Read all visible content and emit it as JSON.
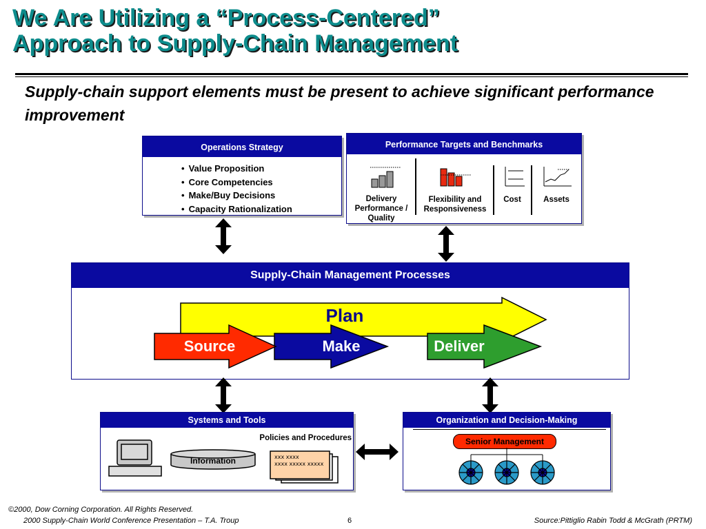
{
  "title_line1": "We  Are  Utilizing  a “Process-Centered”",
  "title_line2": "Approach  to  Supply-Chain  Management",
  "subtitle": "Supply-chain support elements must be present to achieve significant performance improvement",
  "operations_strategy": {
    "heading": "Operations Strategy",
    "items": [
      "Value Proposition",
      "Core Competencies",
      "Make/Buy Decisions",
      "Capacity Rationalization"
    ]
  },
  "performance": {
    "heading": "Performance Targets and Benchmarks",
    "columns": [
      "Delivery Performance / Quality",
      "Flexibility and Responsiveness",
      "Cost",
      "Assets"
    ]
  },
  "scm_processes": {
    "heading": "Supply-Chain Management Processes",
    "plan": "Plan",
    "source": "Source",
    "make": "Make",
    "deliver": "Deliver",
    "colors": {
      "plan": "#ffff00",
      "source": "#ff2a00",
      "make": "#0a0aa0",
      "deliver": "#2e9e2e",
      "header": "#0a0aa0"
    }
  },
  "systems_tools": {
    "heading": "Systems and Tools",
    "policies_label": "Policies and Procedures",
    "information_label": "Information",
    "doc_line1": "xxx xxxx",
    "doc_line2": "xxxx xxxxx xxxxx"
  },
  "organization": {
    "heading": "Organization and Decision-Making",
    "senior_management": "Senior Management"
  },
  "footer": {
    "copyright": "©2000, Dow Corning Corporation. All Rights Reserved.",
    "conference": "2000 Supply-Chain World Conference Presentation – T.A. Troup",
    "page": "6",
    "source": "Source:Pittiglio Rabin Todd & McGrath (PRTM)"
  }
}
